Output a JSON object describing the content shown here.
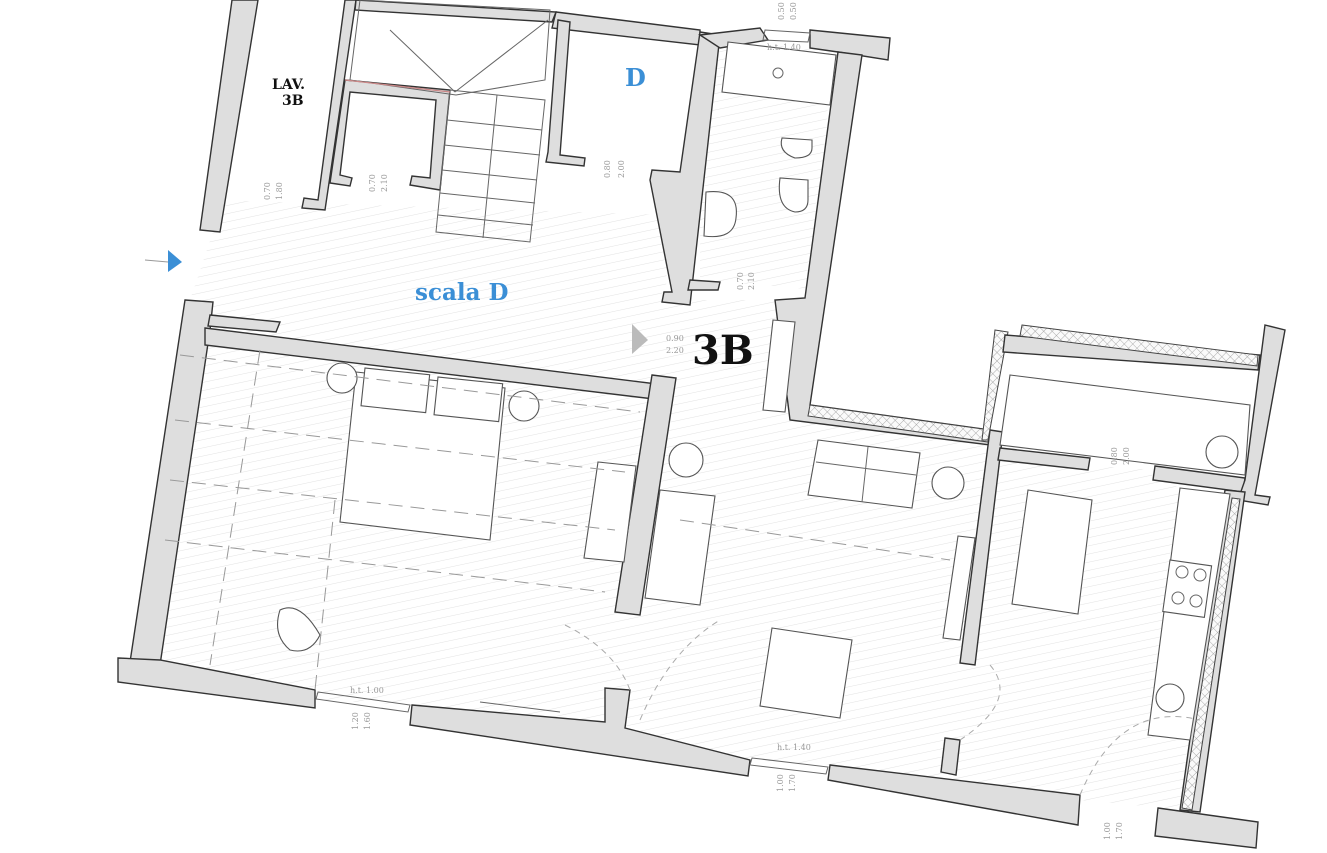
{
  "plan": {
    "unit_label": "3B",
    "stair_label": "scala D",
    "apartment_d_label": "D",
    "laundry_label_line1": "LAV.",
    "laundry_label_line2": "3B",
    "accent_color": "#3b8fd6"
  },
  "dimensions": {
    "top_window": {
      "ht": "h.t. 1.40",
      "w": "0.50",
      "h": "0.50"
    },
    "lav_door": {
      "w": "0.70",
      "h": "1.80"
    },
    "stair_door": {
      "w": "0.70",
      "h": "2.10"
    },
    "d_door": {
      "w": "0.80",
      "h": "2.00"
    },
    "bath_door": {
      "w": "0.70",
      "h": "2.10"
    },
    "entry_door": {
      "w": "0.90",
      "h": "2.20"
    },
    "kitchen_door": {
      "w": "0.80",
      "h": "2.00"
    },
    "bedroom_window": {
      "ht": "h.t. 1.00",
      "w": "1.20",
      "h": "1.60"
    },
    "living_window": {
      "ht": "h.t. 1.40",
      "w": "1.00",
      "h": "1.70"
    },
    "kitchen_window": {
      "w": "1.00",
      "h": "1.70"
    }
  }
}
